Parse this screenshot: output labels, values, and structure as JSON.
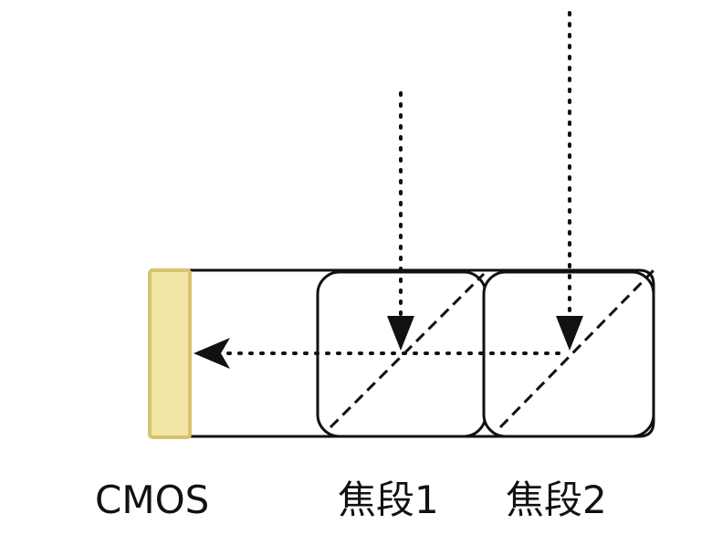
{
  "labels": {
    "sensor": "CMOS",
    "focal_segment_1": "焦段1",
    "focal_segment_2": "焦段2"
  },
  "colors": {
    "sensor_fill": "#f2e6a6",
    "sensor_stroke": "#d8c46a",
    "line": "#111111"
  }
}
